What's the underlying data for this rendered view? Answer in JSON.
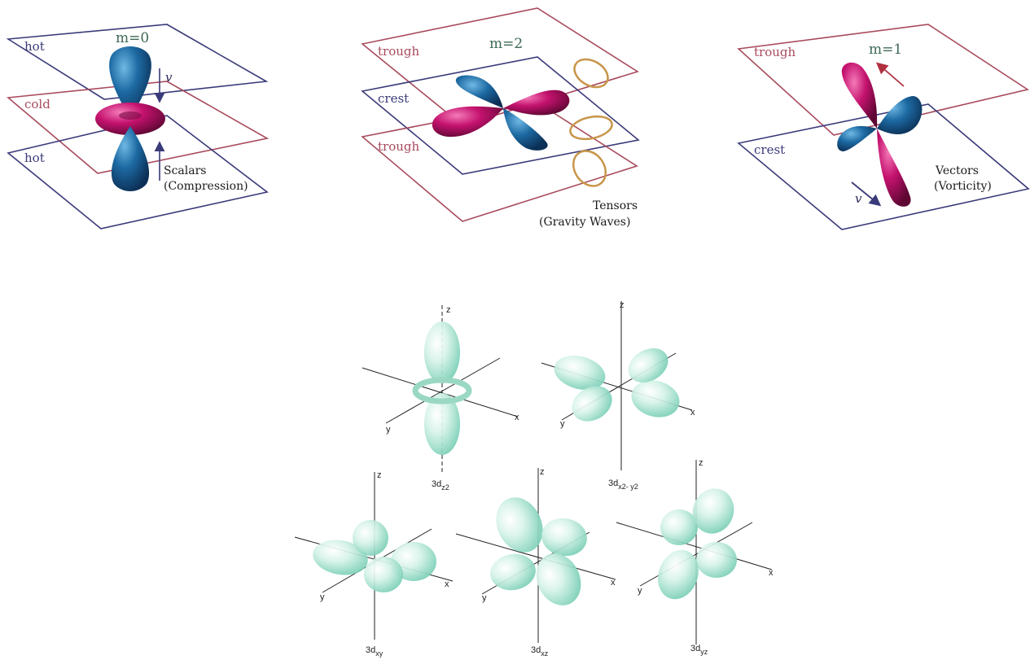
{
  "colors": {
    "blue_plane": "#3a3a7a",
    "red_plane": "#a84a5c",
    "blue_lobe": "#1d6aa3",
    "magenta_lobe": "#c4126e",
    "ring": "#c8964a",
    "orbital": "#8fd8c0"
  },
  "panel_m0": {
    "m_label": "m=0",
    "plane_top": "hot",
    "plane_mid": "cold",
    "plane_bottom": "hot",
    "velocity": "v",
    "caption_line1": "Scalars",
    "caption_line2": "(Compression)"
  },
  "panel_m2": {
    "m_label": "m=2",
    "plane_top": "trough",
    "plane_mid": "crest",
    "plane_bottom": "trough",
    "caption_line1": "Tensors",
    "caption_line2": "(Gravity Waves)"
  },
  "panel_m1": {
    "m_label": "m=1",
    "plane_top": "trough",
    "plane_bottom": "crest",
    "velocity": "v",
    "caption_line1": "Vectors",
    "caption_line2": "(Vorticity)"
  },
  "orbitals": {
    "axes": {
      "x": "x",
      "y": "y",
      "z": "z"
    },
    "dz2": {
      "base": "3d",
      "sub": "z2"
    },
    "dx2y2": {
      "base": "3d",
      "sub": "x2- y2"
    },
    "dxy": {
      "base": "3d",
      "sub": "xy"
    },
    "dxz": {
      "base": "3d",
      "sub": "xz"
    },
    "dyz": {
      "base": "3d",
      "sub": "yz"
    }
  }
}
